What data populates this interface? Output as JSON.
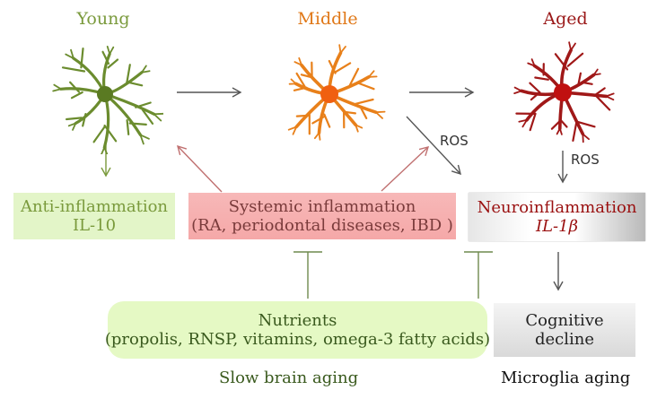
{
  "stages": {
    "young": {
      "label": "Young",
      "color": "#7a9a3c"
    },
    "middle": {
      "label": "Middle",
      "color": "#e07818"
    },
    "aged": {
      "label": "Aged",
      "color": "#9a1818"
    }
  },
  "cells": {
    "young": {
      "fill": "#6b8c2e",
      "nucleus": "#5a7a22"
    },
    "middle": {
      "fill": "#e8801a",
      "nucleus": "#f06010"
    },
    "aged": {
      "fill": "#a01818",
      "nucleus": "#c01010"
    }
  },
  "boxes": {
    "anti_inflammation": {
      "line1": "Anti-inflammation",
      "line2": "IL-10"
    },
    "systemic": {
      "line1": "Systemic inflammation",
      "line2": "(RA, periodontal diseases, IBD )"
    },
    "neuro": {
      "line1": "Neuroinflammation",
      "line2": "IL-1β"
    },
    "nutrients": {
      "line1": "Nutrients",
      "line2": "(propolis, RNSP, vitamins, omega-3 fatty acids)"
    },
    "cognitive": {
      "line1": "Cognitive",
      "line2": "decline"
    }
  },
  "ros_labels": {
    "middle_to_neuro": "ROS",
    "aged_to_neuro": "ROS"
  },
  "captions": {
    "slow": "Slow brain aging",
    "microglia": "Microglia aging"
  },
  "colors": {
    "arrow_gray": "#555555",
    "arrow_red": "#c07070",
    "inhibit_green": "#6e8a4e"
  }
}
